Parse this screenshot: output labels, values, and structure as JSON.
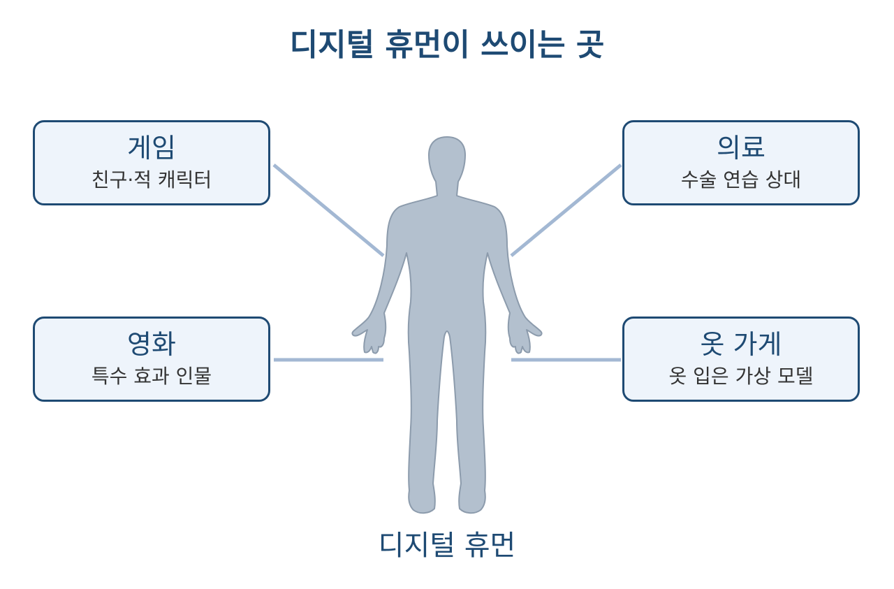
{
  "title": "디지털 휴먼이 쓰이는 곳",
  "center_label": "디지털 휴먼",
  "uses": {
    "game": {
      "name": "게임",
      "desc": "친구·적 캐릭터"
    },
    "medical": {
      "name": "의료",
      "desc": "수술 연습 상대"
    },
    "movie": {
      "name": "영화",
      "desc": "특수 효과 인물"
    },
    "fashion": {
      "name": "옷 가게",
      "desc": "옷 입은 가상 모델"
    }
  },
  "colors": {
    "heading": "#1e4a73",
    "box_border": "#1e4a73",
    "box_fill": "#eef4fb",
    "connector": "#a3b8d3",
    "figure_fill": "#b3c0ce",
    "figure_stroke": "#8c9bac"
  },
  "icons": {
    "figure": "human-silhouette-icon"
  }
}
